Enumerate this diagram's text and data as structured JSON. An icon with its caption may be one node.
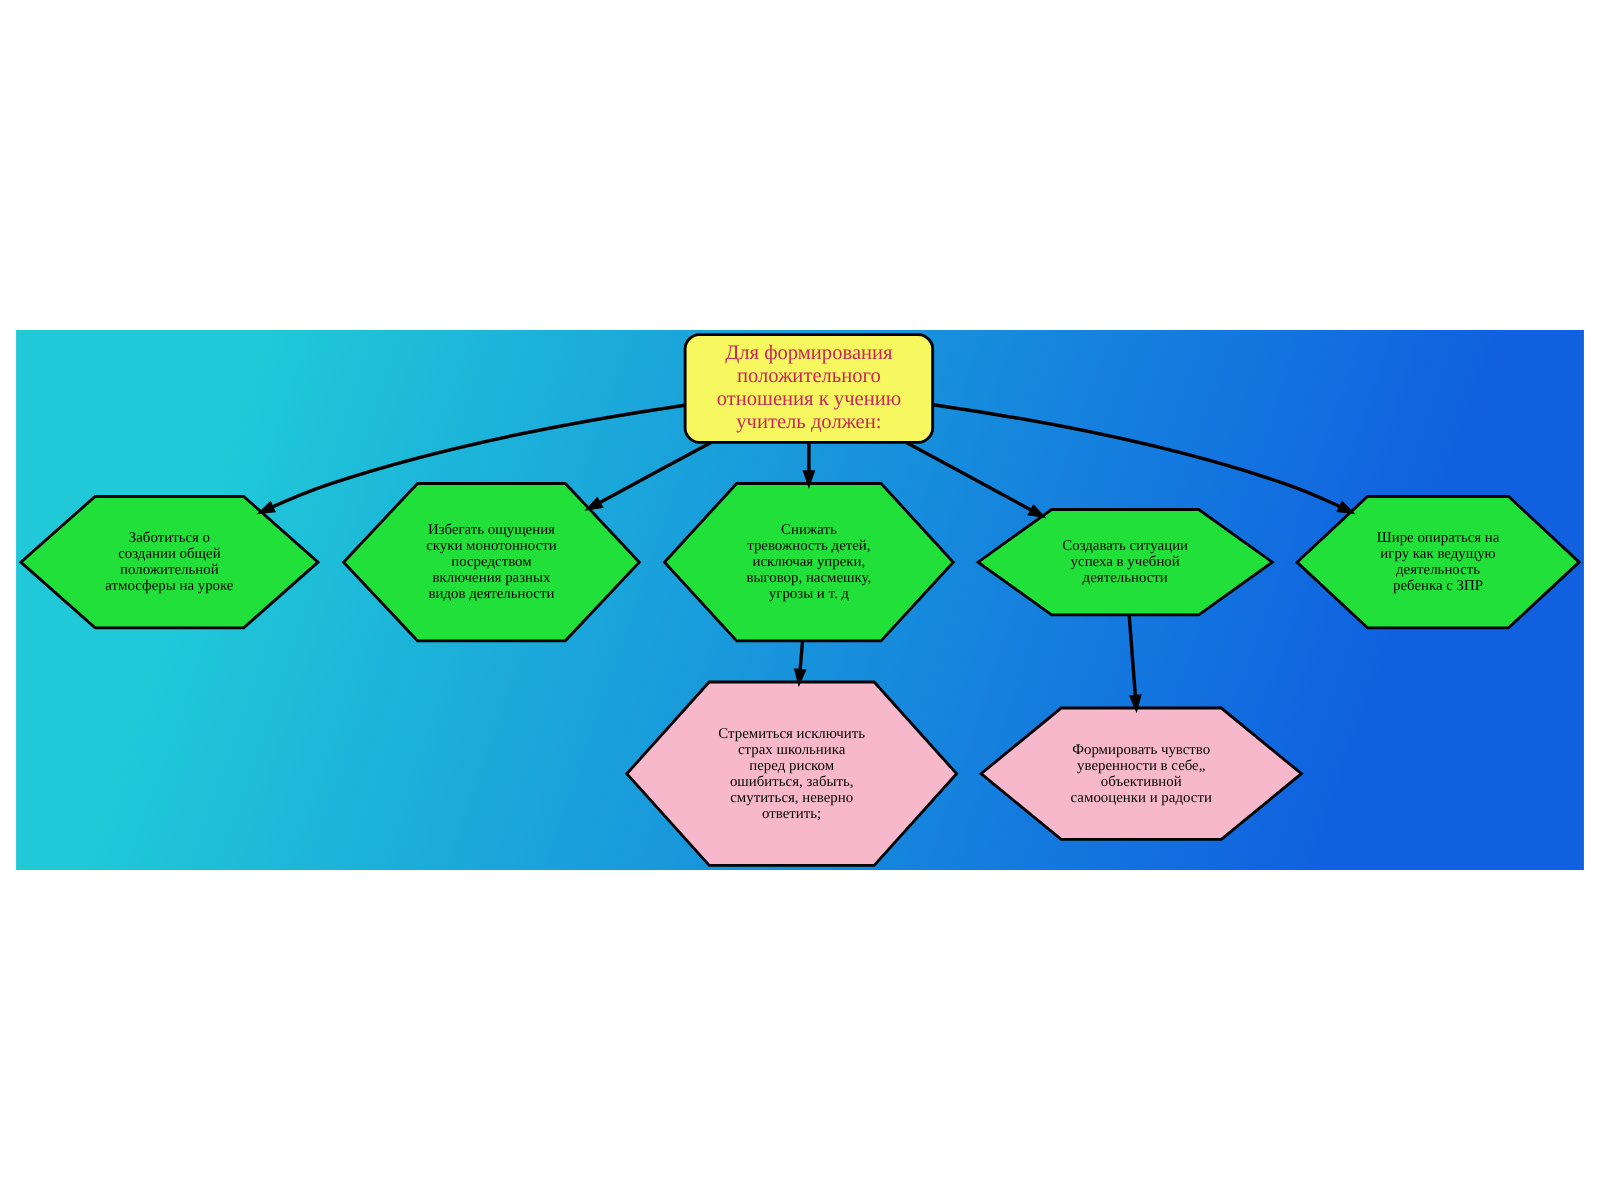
{
  "diagram": {
    "nodes": [
      {
        "text": [
          "Для формирования положительного отношения к учению учитель должен:"
        ]
      },
      {
        "text": [
          "Заботиться о создании общей положительной атмосферы на уроке"
        ]
      },
      {
        "text": [
          "Избегать ощущения скуки монотонности посредством включения разных видов деятельности"
        ]
      },
      {
        "text": [
          "Снижать тревожность детей, исключая упреки, выговор, насмешку, угрозы и т. д"
        ]
      },
      {
        "text": [
          "Создавать ситуации успеха в учебной деятельности"
        ]
      },
      {
        "text": [
          "Шире опираться на игру как ведущую деятельность ребенка с ЗПР"
        ]
      },
      {
        "text": [
          "Стремиться исключить страх школьника перед риском ошибиться, забыть, смутиться, неверно ответить;"
        ]
      },
      {
        "text": [
          "Формировать чувство уверенности в себе„ объективной самооценки и радости"
        ]
      }
    ],
    "edges": [
      {
        "from": 0,
        "to": 1,
        "arrow": "to"
      },
      {
        "from": 0,
        "to": 2,
        "arrow": "to"
      },
      {
        "from": 0,
        "to": 3,
        "arrow": "to"
      },
      {
        "from": 0,
        "to": 4,
        "arrow": "to"
      },
      {
        "from": 0,
        "to": 5,
        "arrow": "to"
      },
      {
        "from": 3,
        "to": 6,
        "arrow": "to"
      },
      {
        "from": 4,
        "to": 7,
        "arrow": "to"
      }
    ]
  }
}
